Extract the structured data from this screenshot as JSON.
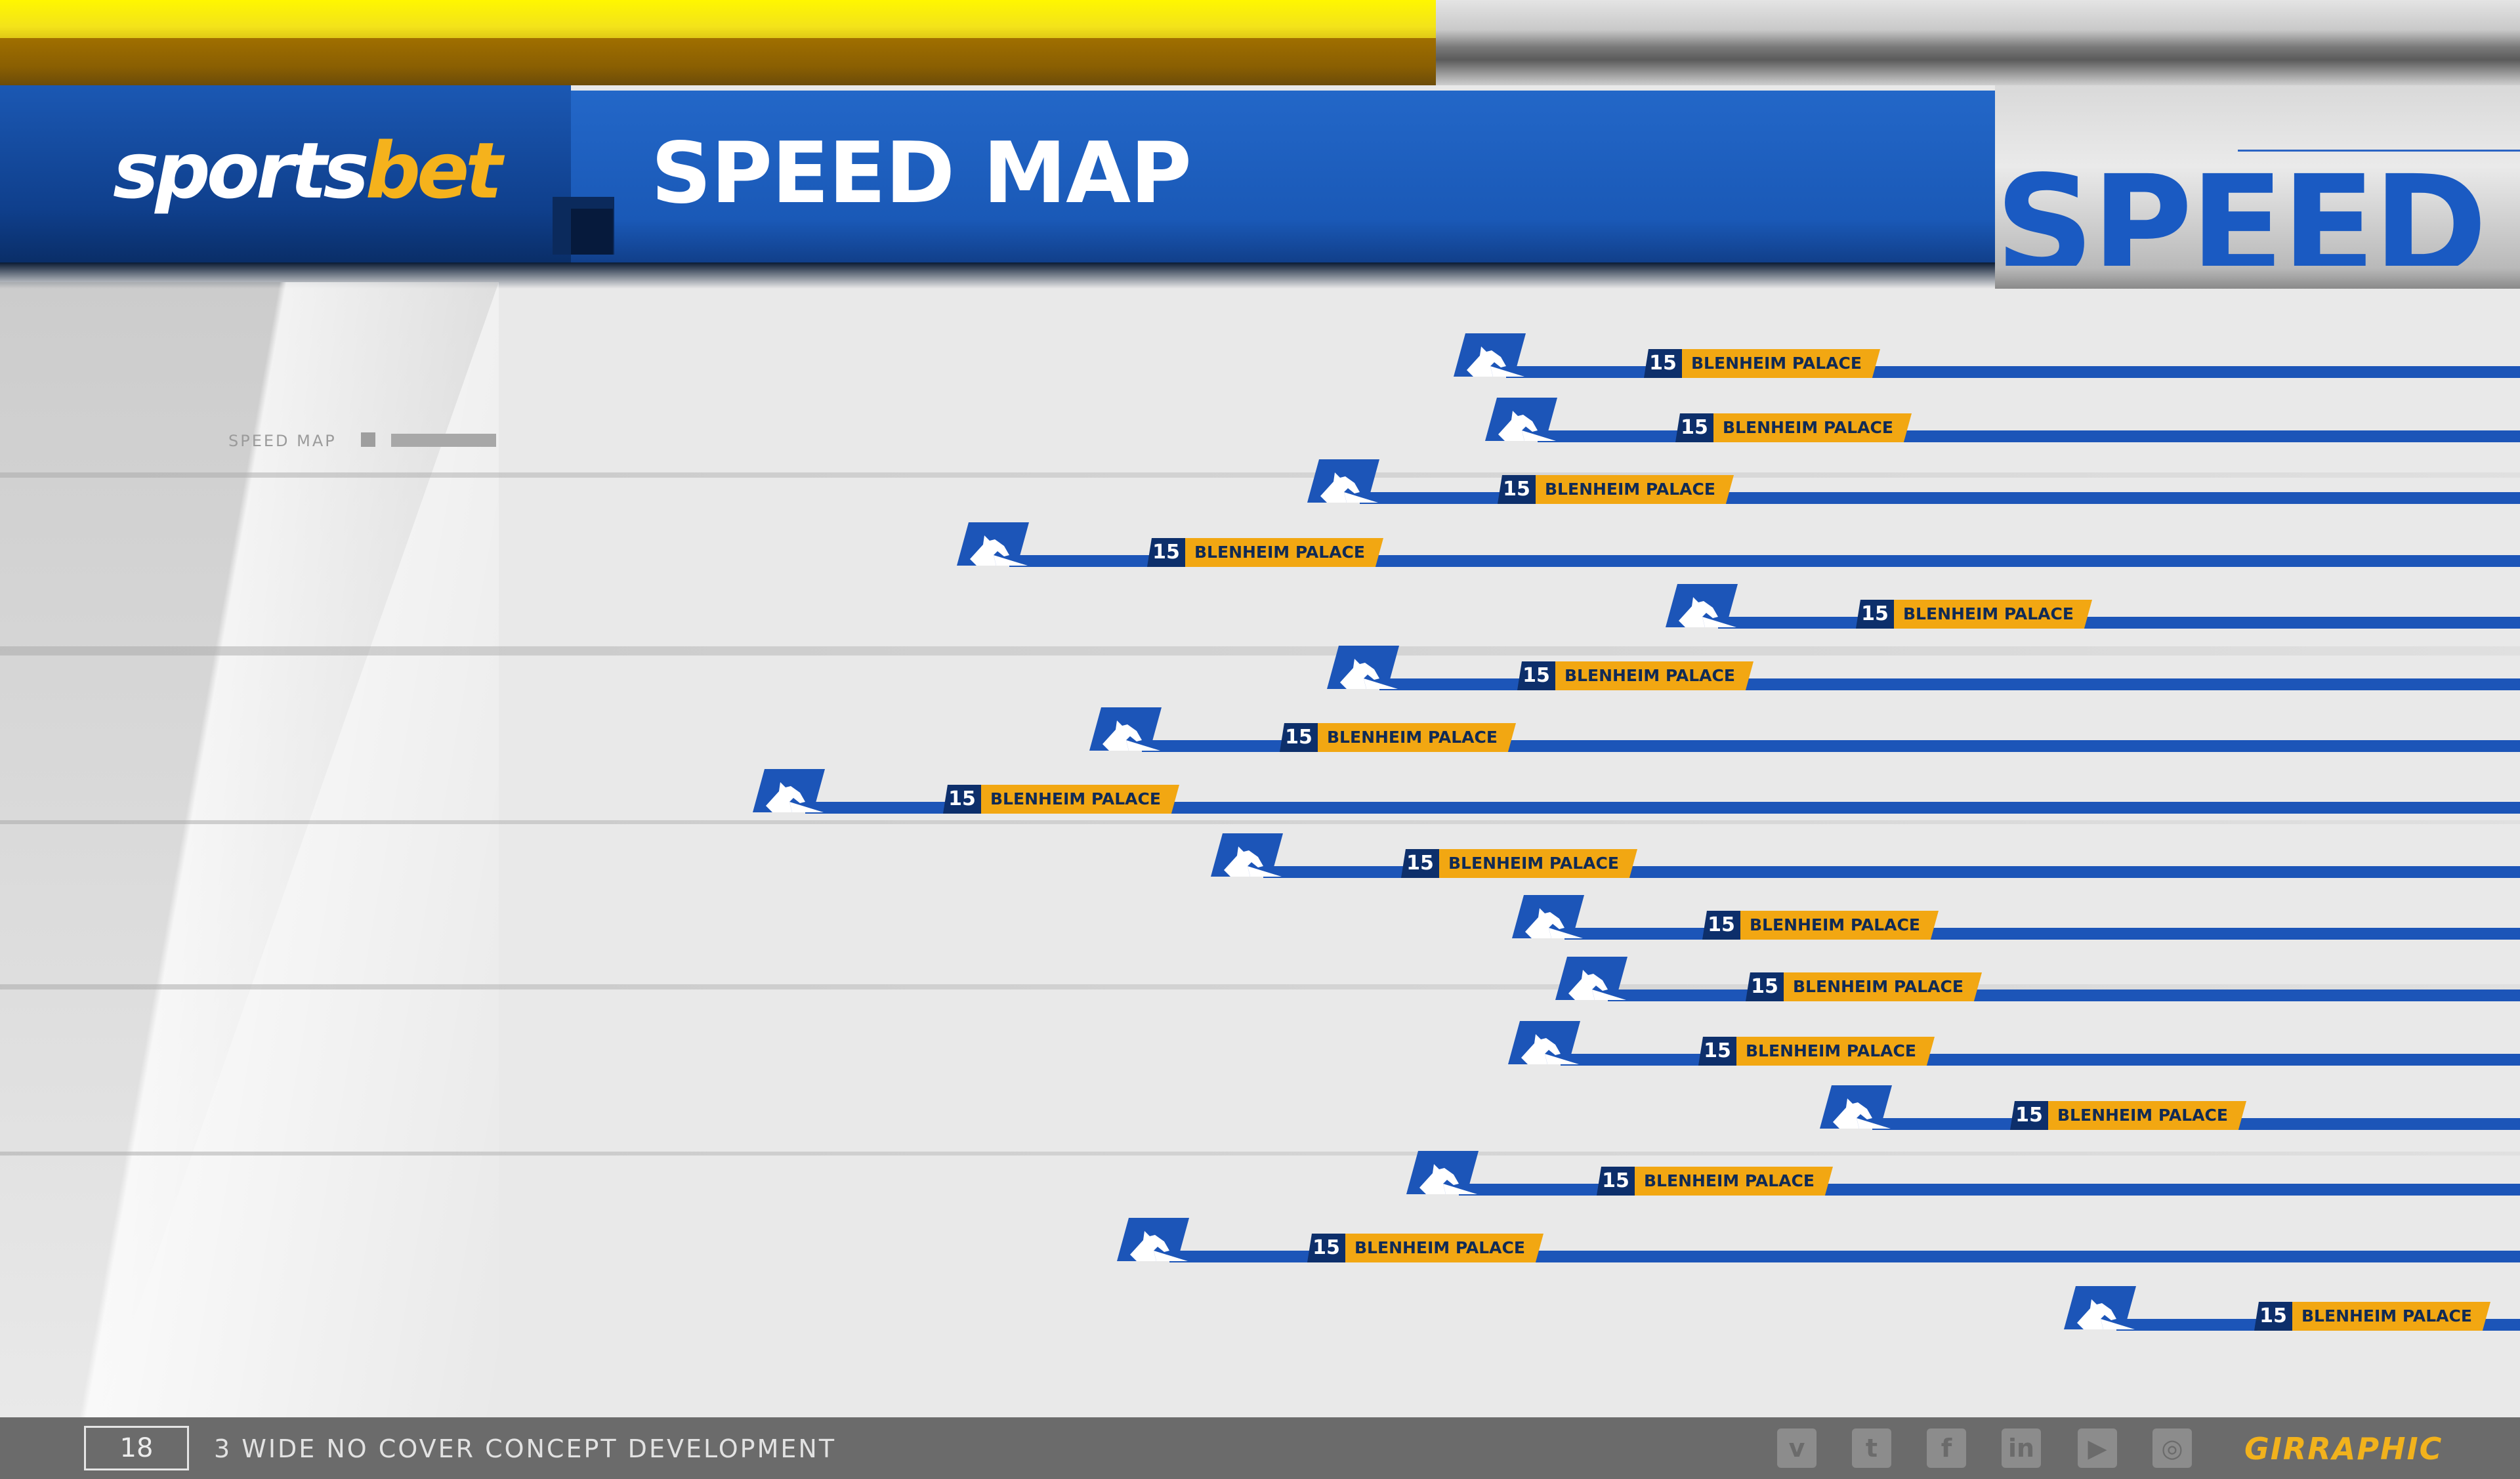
{
  "header": {
    "logo_part1": "sports",
    "logo_part2": "bet",
    "title": "SPEED MAP",
    "ghost_text": "SPEED",
    "sub_label": "SPEED MAP"
  },
  "colors": {
    "brand_blue": "#1a59b7",
    "accent_yellow": "#f2a712",
    "number_badge": "#0d2f6b",
    "top_yellow": "#fff700"
  },
  "runners": [
    {
      "number": "15",
      "name": "BLENHEIM PALACE"
    },
    {
      "number": "15",
      "name": "BLENHEIM PALACE"
    },
    {
      "number": "15",
      "name": "BLENHEIM PALACE"
    },
    {
      "number": "15",
      "name": "BLENHEIM PALACE"
    },
    {
      "number": "15",
      "name": "BLENHEIM PALACE"
    },
    {
      "number": "15",
      "name": "BLENHEIM PALACE"
    },
    {
      "number": "15",
      "name": "BLENHEIM PALACE"
    },
    {
      "number": "15",
      "name": "BLENHEIM PALACE"
    },
    {
      "number": "15",
      "name": "BLENHEIM PALACE"
    },
    {
      "number": "15",
      "name": "BLENHEIM PALACE"
    },
    {
      "number": "15",
      "name": "BLENHEIM PALACE"
    },
    {
      "number": "15",
      "name": "BLENHEIM PALACE"
    },
    {
      "number": "15",
      "name": "BLENHEIM PALACE"
    },
    {
      "number": "15",
      "name": "BLENHEIM PALACE"
    },
    {
      "number": "15",
      "name": "BLENHEIM PALACE"
    },
    {
      "number": "15",
      "name": "BLENHEIM PALACE"
    }
  ],
  "footer": {
    "page_number": "18",
    "caption": "3 WIDE NO COVER CONCEPT DEVELOPMENT",
    "brand": "GIRRAPHIC",
    "social_icons": [
      "vimeo-icon",
      "twitter-icon",
      "facebook-icon",
      "linkedin-icon",
      "youtube-icon",
      "instagram-icon"
    ],
    "social_glyphs": [
      "v",
      "t",
      "f",
      "in",
      "▶",
      "◎"
    ]
  }
}
